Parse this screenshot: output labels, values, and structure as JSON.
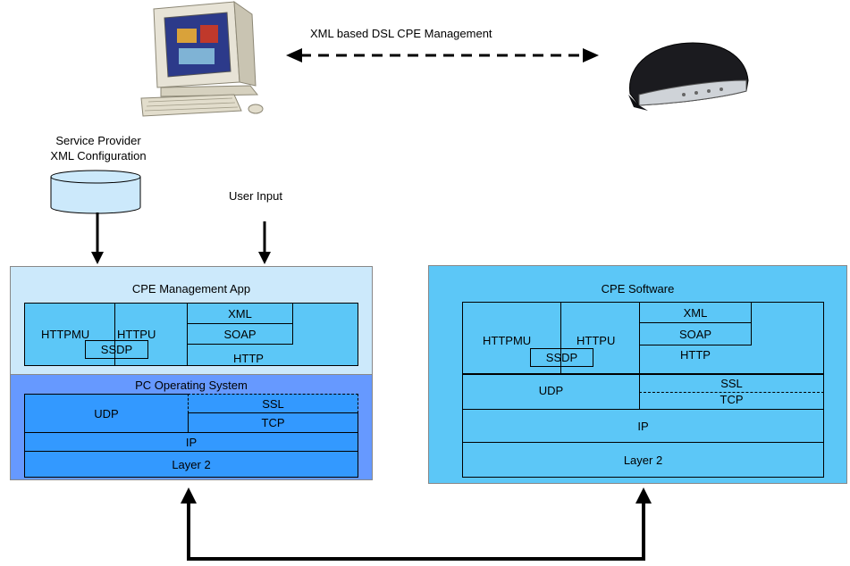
{
  "top": {
    "link_label": "XML based DSL CPE Management",
    "computer_icon": "desktop-computer",
    "router_icon": "dsl-modem"
  },
  "inputs": {
    "provider_line1": "Service Provider",
    "provider_line2": "XML Configuration",
    "database_icon": "database-cylinder",
    "user_input": "User Input"
  },
  "left_stack": {
    "app_title": "CPE Management App",
    "os_title": "PC Operating System",
    "httpmu": "HTTPMU",
    "httpu": "HTTPU",
    "ssdp": "SSDP",
    "xml": "XML",
    "soap": "SOAP",
    "http": "HTTP",
    "udp": "UDP",
    "ssl": "SSL",
    "tcp": "TCP",
    "ip": "IP",
    "layer2": "Layer 2"
  },
  "right_stack": {
    "title": "CPE Software",
    "httpmu": "HTTPMU",
    "httpu": "HTTPU",
    "ssdp": "SSDP",
    "xml": "XML",
    "soap": "SOAP",
    "http": "HTTP",
    "udp": "UDP",
    "ssl": "SSL",
    "tcp": "TCP",
    "ip": "IP",
    "layer2": "Layer 2"
  },
  "colors": {
    "app_bg": "#cce9fb",
    "app_inner": "#5cc7f7",
    "os_bg": "#6699ff",
    "os_inner": "#3399ff",
    "cpe_bg": "#5cc7f7"
  }
}
